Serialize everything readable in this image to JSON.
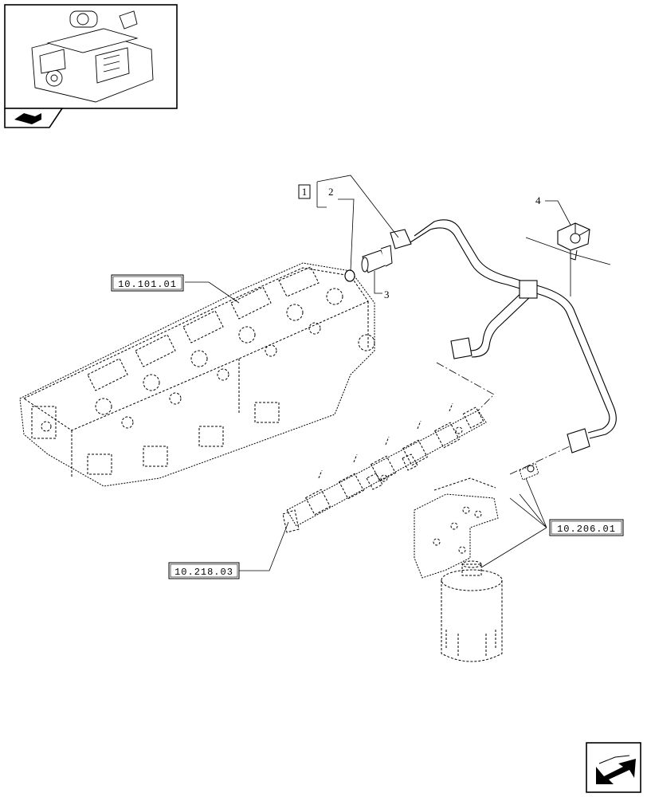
{
  "labels": {
    "item1": "1",
    "item2": "2",
    "item3": "3",
    "item4": "4"
  },
  "references": {
    "cylinder_head": "10.101.01",
    "injection_rail": "10.218.03",
    "fuel_filter": "10.206.01"
  },
  "icons": {
    "thumbnail": "engine-thumbnail-icon",
    "tab": "book-tab-icon",
    "nav": "next-page-arrow-icon"
  }
}
